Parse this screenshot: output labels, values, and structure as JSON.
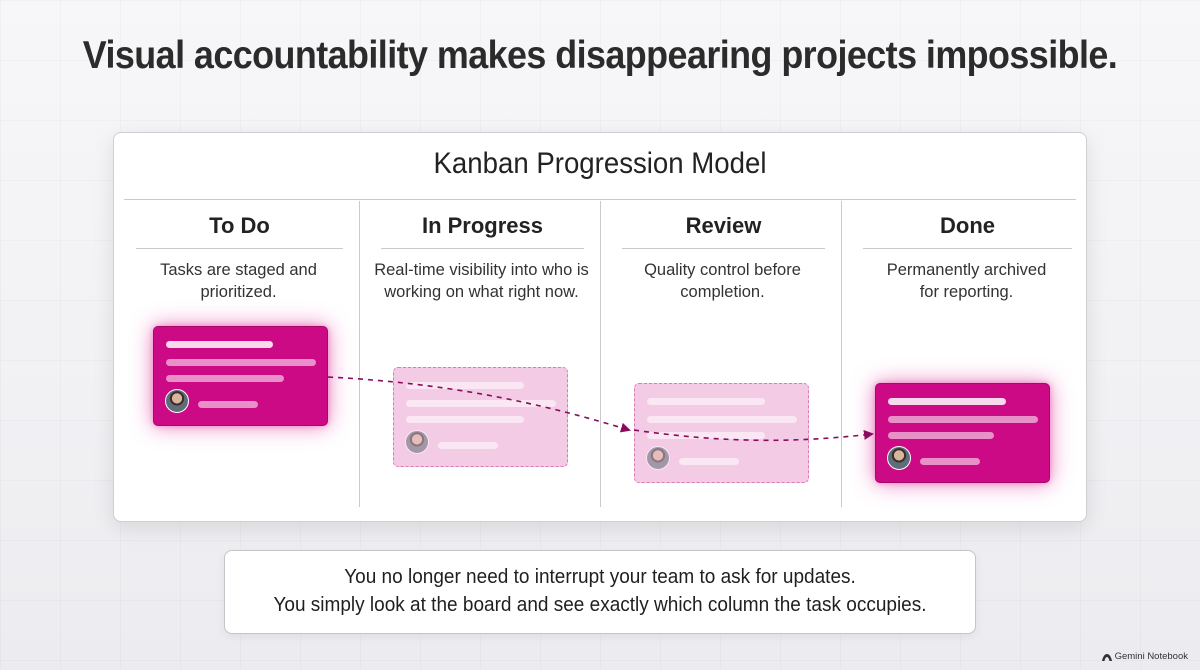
{
  "headline": "Visual accountability makes disappearing projects impossible.",
  "board": {
    "title": "Kanban Progression Model",
    "columns": [
      {
        "heading": "To Do",
        "description": "Tasks are staged and\nprioritized.",
        "card_state": "active"
      },
      {
        "heading": "In Progress",
        "description": "Real-time visibility into who is\nworking on what right now.",
        "card_state": "ghost"
      },
      {
        "heading": "Review",
        "description": "Quality control before\ncompletion.",
        "card_state": "ghost"
      },
      {
        "heading": "Done",
        "description": "Permanently archived\nfor reporting.",
        "card_state": "active"
      }
    ]
  },
  "note": {
    "line1": "You no longer need to interrupt your team to ask for updates.",
    "line2": "You simply look at the board and see exactly which column the task occupies."
  },
  "branding": {
    "label": "Gemini Notebook",
    "icon": "notebook-logo-icon"
  },
  "colors": {
    "accent": "#cc0a85",
    "ghost_card": "#e88cc3",
    "arrow": "#8a0a5c"
  }
}
